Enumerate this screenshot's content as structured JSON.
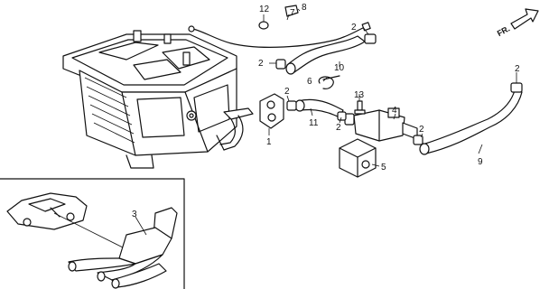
{
  "callouts": {
    "c1": "1",
    "c2a": "2",
    "c2b": "2",
    "c2c": "2",
    "c2d": "2",
    "c2e": "2",
    "c2f": "2",
    "c3": "3",
    "c4": "4",
    "c5": "5",
    "c6": "6",
    "c7": "7",
    "c8": "8",
    "c9": "9",
    "c10": "10",
    "c11": "11",
    "c12": "12",
    "c13": "13"
  },
  "direction": {
    "label": "FR."
  }
}
